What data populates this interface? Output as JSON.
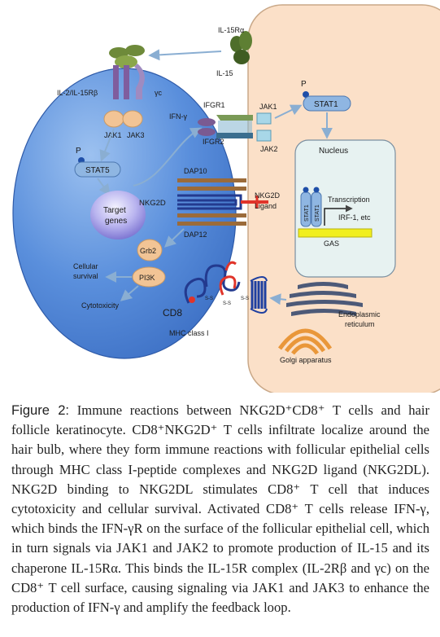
{
  "figure": {
    "labels": {
      "il15ra": "IL-15Rα",
      "il15": "IL-15",
      "il2_il15rb": "IL-2/IL-15Rβ",
      "gamma_c": "γc",
      "jak1_left": "JAK1",
      "jak3": "JAK3",
      "ifn_gamma": "IFN-γ",
      "ifgr1": "IFGR1",
      "ifgr2": "IFGR2",
      "jak1_right": "JAK1",
      "jak2": "JAK2",
      "p_left": "P",
      "stat5": "STAT5",
      "p_right": "P",
      "stat1": "STAT1",
      "nucleus": "Nucleus",
      "target_line1": "Target",
      "target_line2": "genes",
      "dap10": "DAP10",
      "nkg2d": "NKG2D",
      "nkg2d_ligand_line1": "NKG2D",
      "nkg2d_ligand_line2": "Ligand",
      "dap12": "DAP12",
      "stat1_dimer_a": "STAT1",
      "stat1_dimer_b": "STAT1",
      "transcription": "Transcription",
      "irf1": "IRF-1, etc",
      "gas": "GAS",
      "grb2": "Grb2",
      "cellular_line1": "Cellular",
      "cellular_line2": "survival",
      "pi3k": "PI3K",
      "cytotoxicity": "Cytotoxicity",
      "cd8": "CD8",
      "mhc": "MHC class I",
      "er_line1": "Endoplasmic",
      "er_line2": "reticulum",
      "golgi": "Golgi apparatus",
      "ss1": "S-S",
      "ss2": "S-S",
      "ss3": "S-S"
    },
    "colors": {
      "tcell": "#4f86d8",
      "keratinocyte": "#fbe0c8",
      "nucleus": "#e7f2f1",
      "receptor": "#8a6ea8",
      "jak": "#f2c495",
      "stat": "#8fb6e2",
      "dap": "#9b6b3a",
      "nkg2d_chain": "#233a8f",
      "ligand": "#e0342a",
      "gas": "#f1ef1f",
      "er": "#4d5a78",
      "golgi": "#e9973a",
      "il15": "#4e6e2a",
      "arrow": "#9ab8d6"
    }
  },
  "caption": {
    "label": "Figure 2:",
    "text": " Immune reactions between NKG2D⁺CD8⁺ T cells and hair follicle keratinocyte. CD8⁺NKG2D⁺ T cells infiltrate localize around the hair bulb, where they form immune reactions with follicular epithelial cells through MHC class I-peptide complexes and NKG2D ligand (NKG2DL). NKG2D binding to NKG2DL stimulates CD8⁺ T cell that induces cytotoxicity and cellular survival. Activated CD8⁺ T cells release IFN-γ, which binds the IFN-γR on the surface of the follicular epithelial cell, which in turn signals via JAK1 and JAK2 to promote production of IL-15 and its chaperone IL-15Rα. This binds the IL-15R complex (IL-2Rβ and γc) on the CD8⁺ T cell surface, causing signaling via JAK1 and JAK3 to enhance the production of IFN-γ and amplify the feedback loop."
  }
}
